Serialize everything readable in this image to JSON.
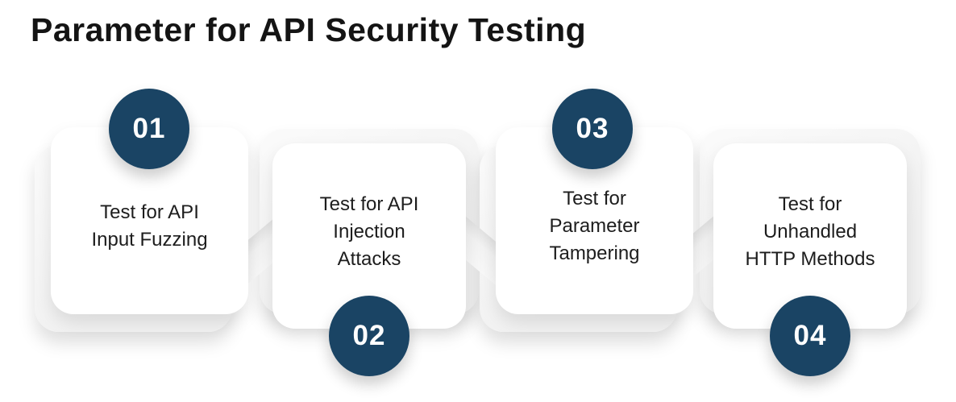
{
  "title": "Parameter for API Security Testing",
  "colors": {
    "badge": "#1A4464",
    "badge_text": "#FFFFFF",
    "card": "#FFFFFF",
    "card_back": "#F3F3F3",
    "title_text": "#141414",
    "label_text": "#1D1D1D",
    "background": "#FFFFFF"
  },
  "steps": [
    {
      "number": "01",
      "label": "Test for API\nInput Fuzzing",
      "badge_position": "top"
    },
    {
      "number": "02",
      "label": "Test for API\nInjection\nAttacks",
      "badge_position": "bottom"
    },
    {
      "number": "03",
      "label": "Test for\nParameter\nTampering",
      "badge_position": "top"
    },
    {
      "number": "04",
      "label": "Test for\nUnhandled\nHTTP Methods",
      "badge_position": "bottom"
    }
  ]
}
